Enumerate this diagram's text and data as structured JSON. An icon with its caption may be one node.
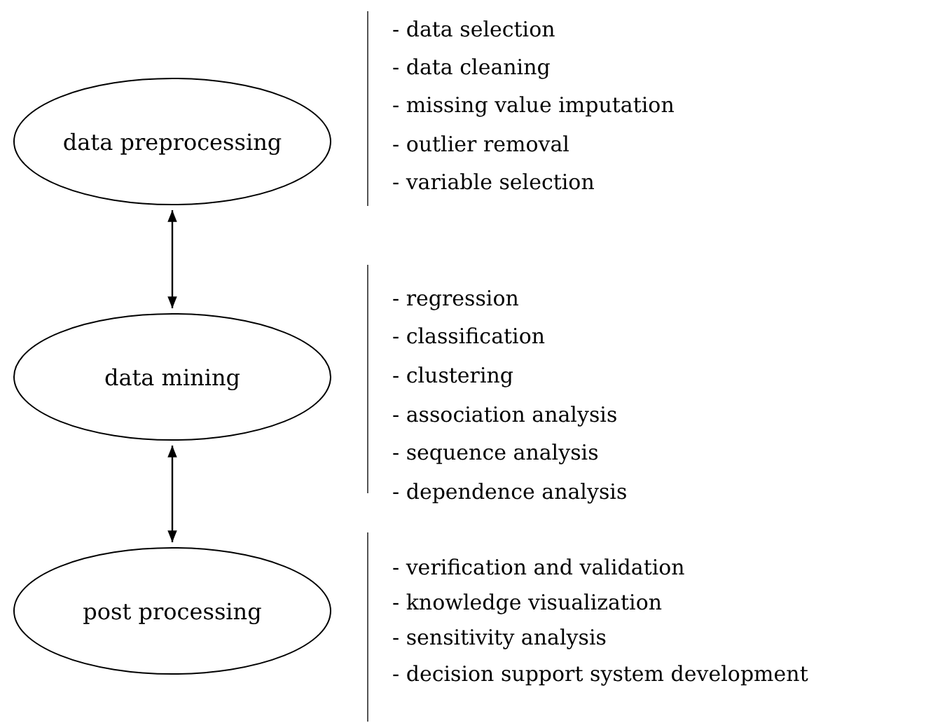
{
  "diagram": {
    "nodes": [
      {
        "text": [
          "data preprocessing"
        ],
        "beside": [
          "- data selection",
          "- data cleaning",
          "- missing value imputation",
          "- outlier removal",
          "- variable selection"
        ]
      },
      {
        "text": [
          "data mining"
        ],
        "beside": [
          "- regression",
          "- classification",
          "- clustering",
          "- association analysis",
          "- sequence analysis",
          "- dependence analysis"
        ]
      },
      {
        "text": [
          "post processing"
        ],
        "beside": [
          "- verification and validation",
          "- knowledge visualization",
          "- sensitivity analysis",
          "- decision support system development"
        ]
      }
    ],
    "edges": [
      {
        "from": 0,
        "to": 1,
        "arrow": "both"
      },
      {
        "from": 1,
        "to": 2,
        "arrow": "both"
      }
    ]
  }
}
